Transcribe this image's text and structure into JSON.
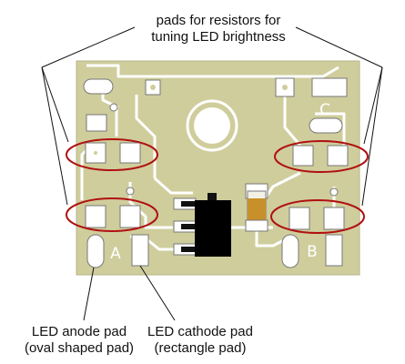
{
  "labels": {
    "top_line1": "pads for resistors for",
    "top_line2": "tuning LED brightness",
    "anode_line1": "LED anode pad",
    "anode_line2": "(oval shaped pad)",
    "cathode_line1": "LED cathode pad",
    "cathode_line2": "(rectangle pad)"
  },
  "silkscreen": {
    "left_mark": "A",
    "right_mark": "B",
    "corner_mark": "C"
  },
  "colors": {
    "board": "#cfcd9c",
    "copper": "#ffffff",
    "highlight": "#b01010",
    "chip": "#000000",
    "resistor_band": "#c8902a"
  }
}
